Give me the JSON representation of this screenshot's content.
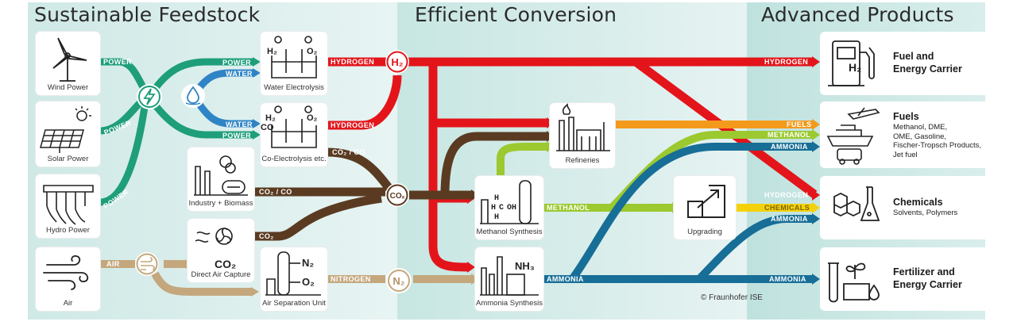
{
  "sections": {
    "feedstock": "Sustainable Feedstock",
    "conversion": "Efficient Conversion",
    "products": "Advanced Products"
  },
  "sources": {
    "wind": "Wind Power",
    "solar": "Solar Power",
    "hydro": "Hydro Power",
    "air": "Air",
    "industry": "Industry + Biomass",
    "dac": "Direct Air Capture"
  },
  "processes": {
    "water_electrolysis": "Water Electrolysis",
    "co_electrolysis": "Co-Electrolysis etc.",
    "air_separation": "Air Separation Unit",
    "refineries": "Refineries",
    "methanol_synthesis": "Methanol Synthesis",
    "ammonia_synthesis": "Ammonia Synthesis",
    "upgrading": "Upgrading"
  },
  "products": {
    "fuel_carrier": {
      "title_1": "Fuel and",
      "title_2": "Energy Carrier"
    },
    "fuels": {
      "title": "Fuels",
      "desc_1": "Methanol, DME,",
      "desc_2": "OME, Gasoline,",
      "desc_3": "Fischer-Tropsch Products,",
      "desc_4": "Jet fuel"
    },
    "chemicals": {
      "title": "Chemicals",
      "desc": "Solvents, Polymers"
    },
    "fertilizer": {
      "title_1": "Fertilizer and",
      "title_2": "Energy Carrier"
    }
  },
  "flows": {
    "power": "POWER",
    "water": "WATER",
    "hydrogen": "HYDROGEN",
    "co2_co": "CO₂ / CO",
    "co2": "CO₂",
    "air": "AIR",
    "nitrogen": "NITROGEN",
    "methanol": "METHANOL",
    "ammonia": "AMMONIA",
    "fuels": "FUELS",
    "chemicals": "CHEMICALS"
  },
  "icon_text": {
    "h2": "H₂",
    "co2": "CO₂",
    "n2": "N₂",
    "co2x": "COₓ",
    "o2": "O₂",
    "co": "CO",
    "nh3": "NH₃",
    "h": "H",
    "c": "C",
    "oh": "OH"
  },
  "copyright": "© Fraunhofer ISE",
  "colors": {
    "power": "#1e9e7a",
    "water": "#2f84c6",
    "hydrogen": "#e3151b",
    "carbon": "#5a3b22",
    "air": "#c4a77d",
    "methanol": "#9bc92f",
    "ammonia": "#176e97",
    "fuels": "#f39a1d",
    "chemicals": "#f5d10b",
    "bg_left": "#d7eeec",
    "bg_mid": "#d2ebe8",
    "bg_right": "#c3e4e0"
  }
}
